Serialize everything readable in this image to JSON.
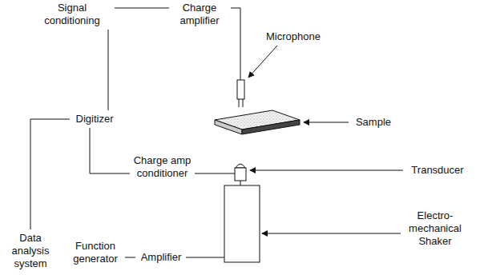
{
  "diagram": {
    "nodes": [
      {
        "text": [
          "Signal conditioning"
        ]
      },
      {
        "text": [
          "Charge amplifier"
        ]
      },
      {
        "text": [
          "Digitizer"
        ]
      },
      {
        "text": [
          "Charge amp conditioner"
        ]
      },
      {
        "text": [
          "Data analysis system"
        ]
      },
      {
        "text": [
          "Function generator"
        ]
      },
      {
        "text": [
          "Amplifier"
        ]
      }
    ],
    "edges": [
      {
        "from": 0,
        "to": 1,
        "arrow": "none"
      },
      {
        "from": 0,
        "to": 2,
        "arrow": "none"
      },
      {
        "from": 2,
        "to": 3,
        "arrow": "none"
      },
      {
        "from": 4,
        "to": 2,
        "arrow": "none"
      },
      {
        "from": 5,
        "to": 6,
        "arrow": "none"
      }
    ],
    "labels": [
      "Microphone",
      "Sample",
      "Transducer",
      "Electro- mechanical Shaker"
    ]
  }
}
